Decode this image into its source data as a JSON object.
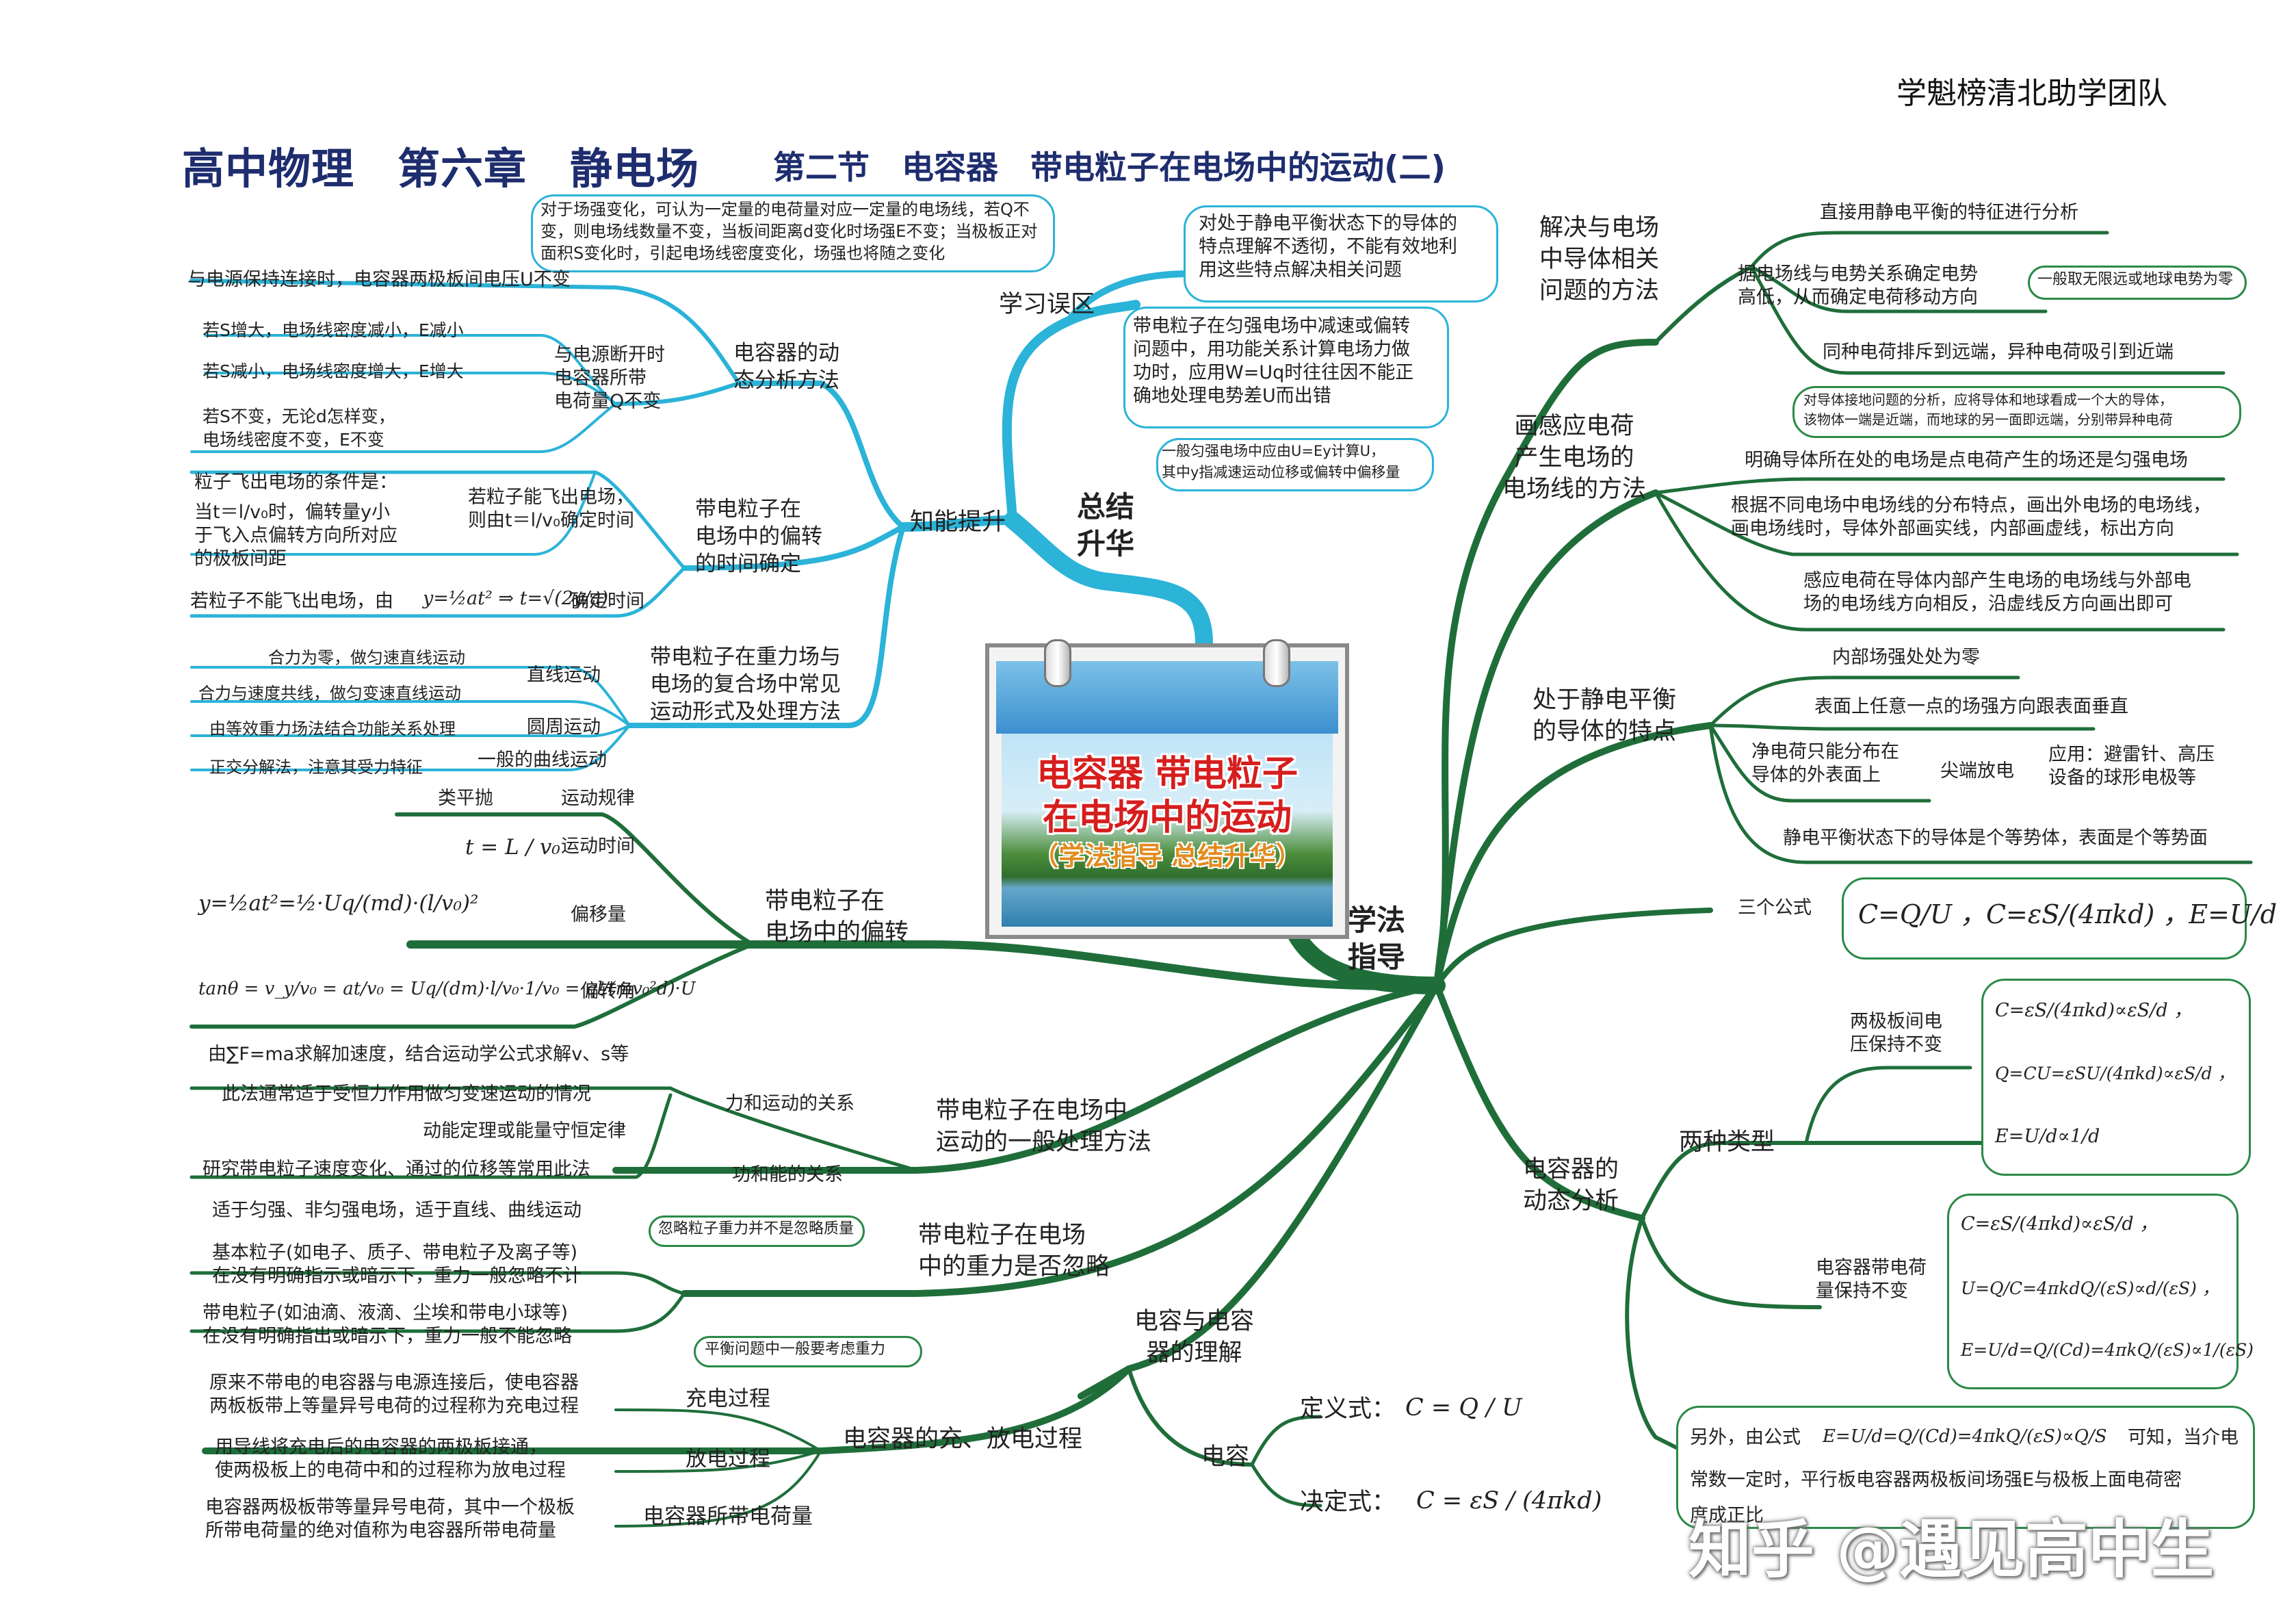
{
  "brand": "学魁榜清北助学团队",
  "title": "高中物理　第六章　静电场",
  "subtitle": "第二节　电容器　带电粒子在电场中的运动(二)",
  "watermark": "知乎 @遇见高中生",
  "center": {
    "line1": "电容器 带电粒子",
    "line2": "在电场中的运动",
    "line3": "（学法指导 总结升华）"
  },
  "hubs": {
    "summary": "总结\n升华",
    "guide": "学法\n指导"
  },
  "left_top": {
    "branch_mistakes": "学习误区",
    "mistake_note": "对于场强变化，可认为一定量的电荷量对应一定量的电场线，若Q不变，则电场线数量不变，当板间距离d变化时场强E不变；当极板正对面积S变化时，引起电场线密度变化，场强也将随之变化",
    "branch_ability": "知能提升",
    "cap_dyn": "电容器的动\n态分析方法",
    "cap_conn": "与电源保持连接时，电容器两极板间电压U不变",
    "cap_disc": "与电源断开时\n电容器所带\n电荷量Q不变",
    "cap_s_up": "若S增大，电场线密度减小，E减小",
    "cap_s_down": "若S减小，电场线密度增大，E增大",
    "cap_s_same": "若S不变，无论d怎样变，\n电场线密度不变，E不变",
    "defl_time": "带电粒子在\n电场中的偏转\n的时间确定",
    "fly_out_cond": "粒子飞出电场的条件是：",
    "fly_out_cond2": "当t＝l/v₀时，偏转量y小\n于飞入点偏转方向所对应\n的极板间距",
    "fly_out_time": "若粒子能飞出电场，\n则由t＝l/v₀确定时间",
    "no_fly_out": "若粒子不能飞出电场，由",
    "no_fly_out_formula": "y=½at² ⇒ t=√(2y/a)",
    "no_fly_out_tail": "确定时间",
    "combined": "带电粒子在重力场与\n电场的复合场中常见\n运动形式及处理方法",
    "linear": "直线运动",
    "lin1": "合力为零，做匀速直线运动",
    "lin2": "合力与速度共线，做匀变速直线运动",
    "circular": "圆周运动",
    "circ1": "由等效重力场法结合功能关系处理",
    "curve": "一般的曲线运动",
    "curve1": "正交分解法，注意其受力特征"
  },
  "mistakes": {
    "m1": "对处于静电平衡状态下的导体的\n特点理解不透彻，不能有效地利\n用这些特点解决相关问题",
    "m2": "带电粒子在匀强电场中减速或偏转\n问题中，用功能关系计算电场力做\n功时，应用W=Uq时往往因不能正\n确地处理电势差U而出错",
    "m3": "一般匀强电场中应由U=Ey计算U，\n其中y指减速运动位移或偏转中偏移量"
  },
  "deflection": {
    "branch": "带电粒子在\n电场中的偏转",
    "motion_law": "运动规律",
    "type": "类平抛",
    "time": "运动时间",
    "time_formula": "t = L / v₀",
    "offset": "偏移量",
    "offset_formula": "y=½at²=½·Uq/(md)·(l/v₀)²",
    "angle": "偏转角",
    "angle_formula": "tanθ = v_y/v₀ = at/v₀ = Uq/(dm)·l/v₀·1/v₀ = ql/(mv₀²d)·U"
  },
  "general": {
    "branch": "带电粒子在电场中\n运动的一般处理方法",
    "force_motion": "力和运动的关系",
    "fm1": "由∑F=ma求解加速度，结合运动学公式求解v、s等",
    "fm2": "此法通常适于受恒力作用做匀变速运动的情况",
    "work_energy": "功和能的关系",
    "we1": "动能定理或能量守恒定律",
    "we2": "研究带电粒子速度变化、通过的位移等常用此法",
    "we3": "适于匀强、非匀强电场，适于直线、曲线运动"
  },
  "gravity": {
    "branch": "带电粒子在电场\n中的重力是否忽略",
    "note1": "忽略粒子重力并不是忽略质量",
    "basic": "基本粒子(如电子、质子、带电粒子及离子等)\n在没有明确指示或暗示下，重力一般忽略不计",
    "particles": "带电粒子(如油滴、液滴、尘埃和带电小球等)\n在没有明确指出或暗示下，重力一般不能忽略",
    "note2": "平衡问题中一般要考虑重力"
  },
  "charging": {
    "branch": "电容器的充、放电过程",
    "charge": "充电过程",
    "charge_d": "原来不带电的电容器与电源连接后，使电容器\n两板板带上等量异号电荷的过程称为充电过程",
    "discharge": "放电过程",
    "discharge_d": "用导线将充电后的电容器的两极板接通，\n使两极板上的电荷中和的过程称为放电过程",
    "amount": "电容器所带电荷量",
    "amount_d": "电容器两极板带等量异号电荷，其中一个极板\n所带电荷量的绝对值称为电容器所带电荷量"
  },
  "capacitance": {
    "understand": "电容与电容\n器的理解",
    "cap": "电容",
    "def": "定义式：",
    "def_formula": "C = Q / U",
    "det": "决定式：",
    "det_formula": "C = εS / (4πkd)"
  },
  "right": {
    "methods": "解决与电场\n中导体相关\n问题的方法",
    "r1": "直接用静电平衡的特征进行分析",
    "r2": "据电场线与电势关系确定电势\n高低，从而确定电荷移动方向",
    "r2note": "一般取无限远或地球电势为零",
    "r3": "同种电荷排斥到远端，异种电荷吸引到近端",
    "r3note": "对导体接地问题的分析，应将导体和地球看成一个大的导体，\n该物体一端是近端，而地球的另一面即远端，分别带异种电荷",
    "induced": "画感应电荷\n产生电场的\n电场线的方法",
    "i1": "明确导体所在处的电场是点电荷产生的场还是匀强电场",
    "i2": "根据不同电场中电场线的分布特点，画出外电场的电场线，\n画电场线时，导体外部画实线，内部画虚线，标出方向",
    "i3": "感应电荷在导体内部产生电场的电场线与外部电\n场的电场线方向相反，沿虚线反方向画出即可",
    "equil": "处于静电平衡\n的导体的特点",
    "e1": "内部场强处处为零",
    "e2": "表面上任意一点的场强方向跟表面垂直",
    "e3": "净电荷只能分布在\n导体的外表面上",
    "e3b": "尖端放电",
    "e3c": "应用：避雷针、高压\n设备的球形电极等",
    "e4": "静电平衡状态下的导体是个等势体，表面是个等势面",
    "three": "三个公式",
    "three_formula": "C=Q/U ，C=εS/(4πkd) ，E=U/d",
    "dyn": "电容器的\n动态分析",
    "two_types": "两种类型",
    "t1": "两极板间电\n压保持不变",
    "t1f1": "C=εS/(4πkd)∝εS/d ，",
    "t1f2": "Q=CU=εSU/(4πkd)∝εS/d ，",
    "t1f3": "E=U/d∝1/d",
    "t2": "电容器带电荷\n量保持不变",
    "t2f1": "C=εS/(4πkd)∝εS/d ，",
    "t2f2": "U=Q/C=4πkdQ/(εS)∝d/(εS) ，",
    "t2f3": "E=U/d=Q/(Cd)=4πkQ/(εS)∝1/(εS)",
    "final_a": "另外，由公式",
    "final_formula": "E=U/d=Q/(Cd)=4πkQ/(εS)∝Q/S",
    "final_b": "可知，当介电",
    "final_c": "常数一定时，平行板电容器两极板间场强E与极板上面电荷密",
    "final_d": "度成正比"
  },
  "colors": {
    "title": "#1e2d6e",
    "blue_branch": "#2bb3d8",
    "green_branch": "#1f6e3a",
    "center_text": "#d61e1e"
  }
}
